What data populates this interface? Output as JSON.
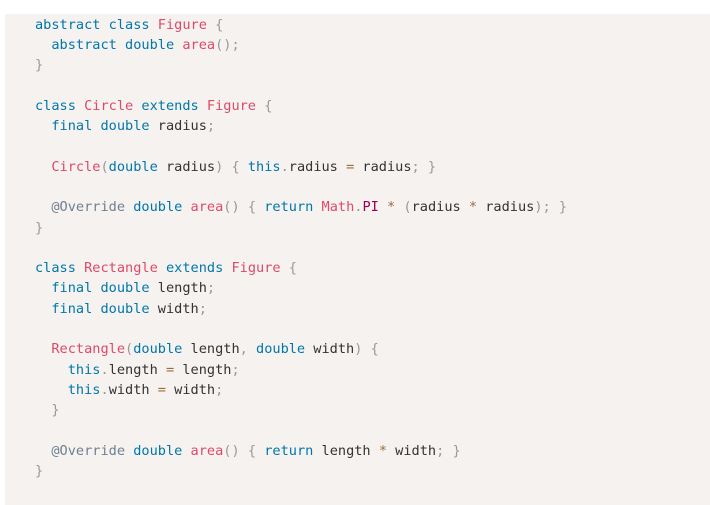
{
  "code": {
    "language": "java",
    "colors": {
      "background": "#f5f2f0",
      "keyword": "#0077aa",
      "name": "#dd4a68",
      "punct": "#999999",
      "op": "#9a6e3a",
      "annot": "#708090",
      "const": "#990055",
      "plain": "#333333"
    },
    "lines": [
      [
        [
          "keyword",
          "abstract"
        ],
        [
          "plain",
          " "
        ],
        [
          "keyword",
          "class"
        ],
        [
          "plain",
          " "
        ],
        [
          "name",
          "Figure"
        ],
        [
          "plain",
          " "
        ],
        [
          "punct",
          "{"
        ]
      ],
      [
        [
          "plain",
          "  "
        ],
        [
          "keyword",
          "abstract"
        ],
        [
          "plain",
          " "
        ],
        [
          "keyword",
          "double"
        ],
        [
          "plain",
          " "
        ],
        [
          "name",
          "area"
        ],
        [
          "punct",
          "();"
        ]
      ],
      [
        [
          "punct",
          "}"
        ]
      ],
      [],
      [
        [
          "keyword",
          "class"
        ],
        [
          "plain",
          " "
        ],
        [
          "name",
          "Circle"
        ],
        [
          "plain",
          " "
        ],
        [
          "keyword",
          "extends"
        ],
        [
          "plain",
          " "
        ],
        [
          "name",
          "Figure"
        ],
        [
          "plain",
          " "
        ],
        [
          "punct",
          "{"
        ]
      ],
      [
        [
          "plain",
          "  "
        ],
        [
          "keyword",
          "final"
        ],
        [
          "plain",
          " "
        ],
        [
          "keyword",
          "double"
        ],
        [
          "plain",
          " radius"
        ],
        [
          "punct",
          ";"
        ]
      ],
      [],
      [
        [
          "plain",
          "  "
        ],
        [
          "name",
          "Circle"
        ],
        [
          "punct",
          "("
        ],
        [
          "keyword",
          "double"
        ],
        [
          "plain",
          " radius"
        ],
        [
          "punct",
          ")"
        ],
        [
          "plain",
          " "
        ],
        [
          "punct",
          "{"
        ],
        [
          "plain",
          " "
        ],
        [
          "keyword",
          "this"
        ],
        [
          "punct",
          "."
        ],
        [
          "plain",
          "radius "
        ],
        [
          "op",
          "="
        ],
        [
          "plain",
          " radius"
        ],
        [
          "punct",
          ";"
        ],
        [
          "plain",
          " "
        ],
        [
          "punct",
          "}"
        ]
      ],
      [],
      [
        [
          "plain",
          "  "
        ],
        [
          "annot",
          "@Override"
        ],
        [
          "plain",
          " "
        ],
        [
          "keyword",
          "double"
        ],
        [
          "plain",
          " "
        ],
        [
          "name",
          "area"
        ],
        [
          "punct",
          "()"
        ],
        [
          "plain",
          " "
        ],
        [
          "punct",
          "{"
        ],
        [
          "plain",
          " "
        ],
        [
          "keyword",
          "return"
        ],
        [
          "plain",
          " "
        ],
        [
          "name",
          "Math"
        ],
        [
          "punct",
          "."
        ],
        [
          "const",
          "PI"
        ],
        [
          "plain",
          " "
        ],
        [
          "op",
          "*"
        ],
        [
          "plain",
          " "
        ],
        [
          "punct",
          "("
        ],
        [
          "plain",
          "radius "
        ],
        [
          "op",
          "*"
        ],
        [
          "plain",
          " radius"
        ],
        [
          "punct",
          ");"
        ],
        [
          "plain",
          " "
        ],
        [
          "punct",
          "}"
        ]
      ],
      [
        [
          "punct",
          "}"
        ]
      ],
      [],
      [
        [
          "keyword",
          "class"
        ],
        [
          "plain",
          " "
        ],
        [
          "name",
          "Rectangle"
        ],
        [
          "plain",
          " "
        ],
        [
          "keyword",
          "extends"
        ],
        [
          "plain",
          " "
        ],
        [
          "name",
          "Figure"
        ],
        [
          "plain",
          " "
        ],
        [
          "punct",
          "{"
        ]
      ],
      [
        [
          "plain",
          "  "
        ],
        [
          "keyword",
          "final"
        ],
        [
          "plain",
          " "
        ],
        [
          "keyword",
          "double"
        ],
        [
          "plain",
          " length"
        ],
        [
          "punct",
          ";"
        ]
      ],
      [
        [
          "plain",
          "  "
        ],
        [
          "keyword",
          "final"
        ],
        [
          "plain",
          " "
        ],
        [
          "keyword",
          "double"
        ],
        [
          "plain",
          " width"
        ],
        [
          "punct",
          ";"
        ]
      ],
      [],
      [
        [
          "plain",
          "  "
        ],
        [
          "name",
          "Rectangle"
        ],
        [
          "punct",
          "("
        ],
        [
          "keyword",
          "double"
        ],
        [
          "plain",
          " length"
        ],
        [
          "punct",
          ","
        ],
        [
          "plain",
          " "
        ],
        [
          "keyword",
          "double"
        ],
        [
          "plain",
          " width"
        ],
        [
          "punct",
          ")"
        ],
        [
          "plain",
          " "
        ],
        [
          "punct",
          "{"
        ]
      ],
      [
        [
          "plain",
          "    "
        ],
        [
          "keyword",
          "this"
        ],
        [
          "punct",
          "."
        ],
        [
          "plain",
          "length "
        ],
        [
          "op",
          "="
        ],
        [
          "plain",
          " length"
        ],
        [
          "punct",
          ";"
        ]
      ],
      [
        [
          "plain",
          "    "
        ],
        [
          "keyword",
          "this"
        ],
        [
          "punct",
          "."
        ],
        [
          "plain",
          "width "
        ],
        [
          "op",
          "="
        ],
        [
          "plain",
          " width"
        ],
        [
          "punct",
          ";"
        ]
      ],
      [
        [
          "plain",
          "  "
        ],
        [
          "punct",
          "}"
        ]
      ],
      [],
      [
        [
          "plain",
          "  "
        ],
        [
          "annot",
          "@Override"
        ],
        [
          "plain",
          " "
        ],
        [
          "keyword",
          "double"
        ],
        [
          "plain",
          " "
        ],
        [
          "name",
          "area"
        ],
        [
          "punct",
          "()"
        ],
        [
          "plain",
          " "
        ],
        [
          "punct",
          "{"
        ],
        [
          "plain",
          " "
        ],
        [
          "keyword",
          "return"
        ],
        [
          "plain",
          " length "
        ],
        [
          "op",
          "*"
        ],
        [
          "plain",
          " width"
        ],
        [
          "punct",
          ";"
        ],
        [
          "plain",
          " "
        ],
        [
          "punct",
          "}"
        ]
      ],
      [
        [
          "punct",
          "}"
        ]
      ]
    ]
  }
}
